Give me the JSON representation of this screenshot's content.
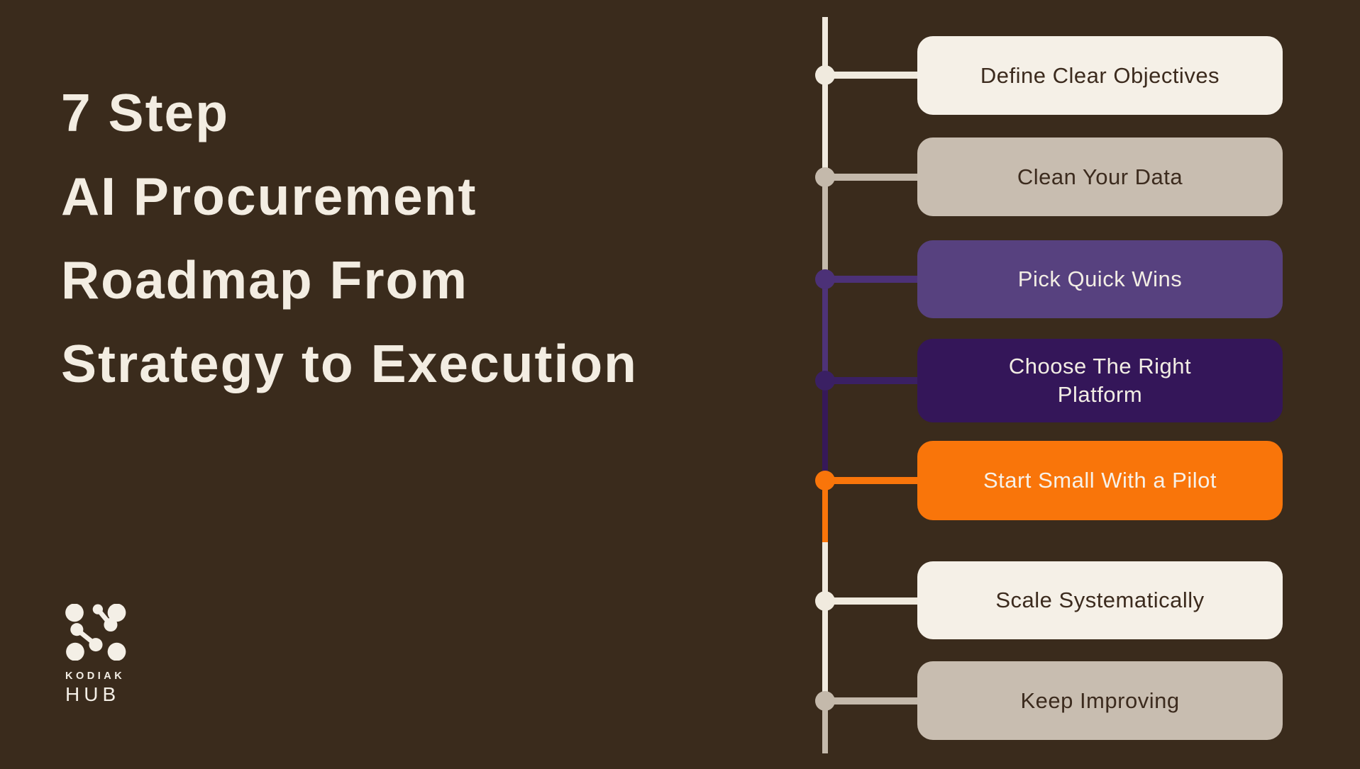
{
  "title": {
    "lines": [
      "7 Step",
      "AI Procurement",
      "Roadmap From",
      "Strategy to Execution"
    ],
    "color": "#F3EDE2"
  },
  "colors": {
    "background": "#3A2B1C",
    "cream": "#F5F0E7",
    "tan": "#C8BDB0",
    "purple": "#57417F",
    "dark_purple": "#341659",
    "orange": "#F9750A",
    "dark_text": "#3C2B1E",
    "light_text": "#F2EDE4"
  },
  "steps": [
    {
      "label": "Define Clear Objectives",
      "box_color": "#F5F0E7",
      "accent_color": "#F0EADE",
      "text_color": "#3C2B1E"
    },
    {
      "label": "Clean Your Data",
      "box_color": "#C8BDB0",
      "accent_color": "#C4B9AB",
      "text_color": "#3C2B1E"
    },
    {
      "label": "Pick Quick Wins",
      "box_color": "#57417F",
      "accent_color": "#4C3177",
      "text_color": "#F2EDE4"
    },
    {
      "label": "Choose The Right\nPlatform",
      "box_color": "#341659",
      "accent_color": "#3A2063",
      "text_color": "#F2EDE4"
    },
    {
      "label": "Start Small With a Pilot",
      "box_color": "#F9750A",
      "accent_color": "#F9750A",
      "text_color": "#F7F1E8"
    },
    {
      "label": "Scale Systematically",
      "box_color": "#F5F0E7",
      "accent_color": "#F0EADE",
      "text_color": "#3C2B1E"
    },
    {
      "label": "Keep Improving",
      "box_color": "#C8BDB0",
      "accent_color": "#C4B9AB",
      "text_color": "#3C2B1E"
    }
  ],
  "timeline": {
    "segments": [
      {
        "name": "above-step1-to-step2",
        "color": "#F0EADE"
      },
      {
        "name": "step2-to-step3",
        "color": "#C4B9AB"
      },
      {
        "name": "step3-to-step4",
        "color": "#4E3378"
      },
      {
        "name": "step4-to-step5",
        "color": "#361959"
      },
      {
        "name": "step5-orange-part",
        "color": "#F9750A"
      },
      {
        "name": "to-step6-step7-cream",
        "color": "#F0EADE"
      },
      {
        "name": "below-step7-tail",
        "color": "#C4B9AB"
      }
    ]
  },
  "logo": {
    "icon": "kodiak-hub-molecule-icon",
    "brand_top": "KODIAK",
    "brand_bottom": "HUB",
    "color": "#F4EFE6"
  }
}
